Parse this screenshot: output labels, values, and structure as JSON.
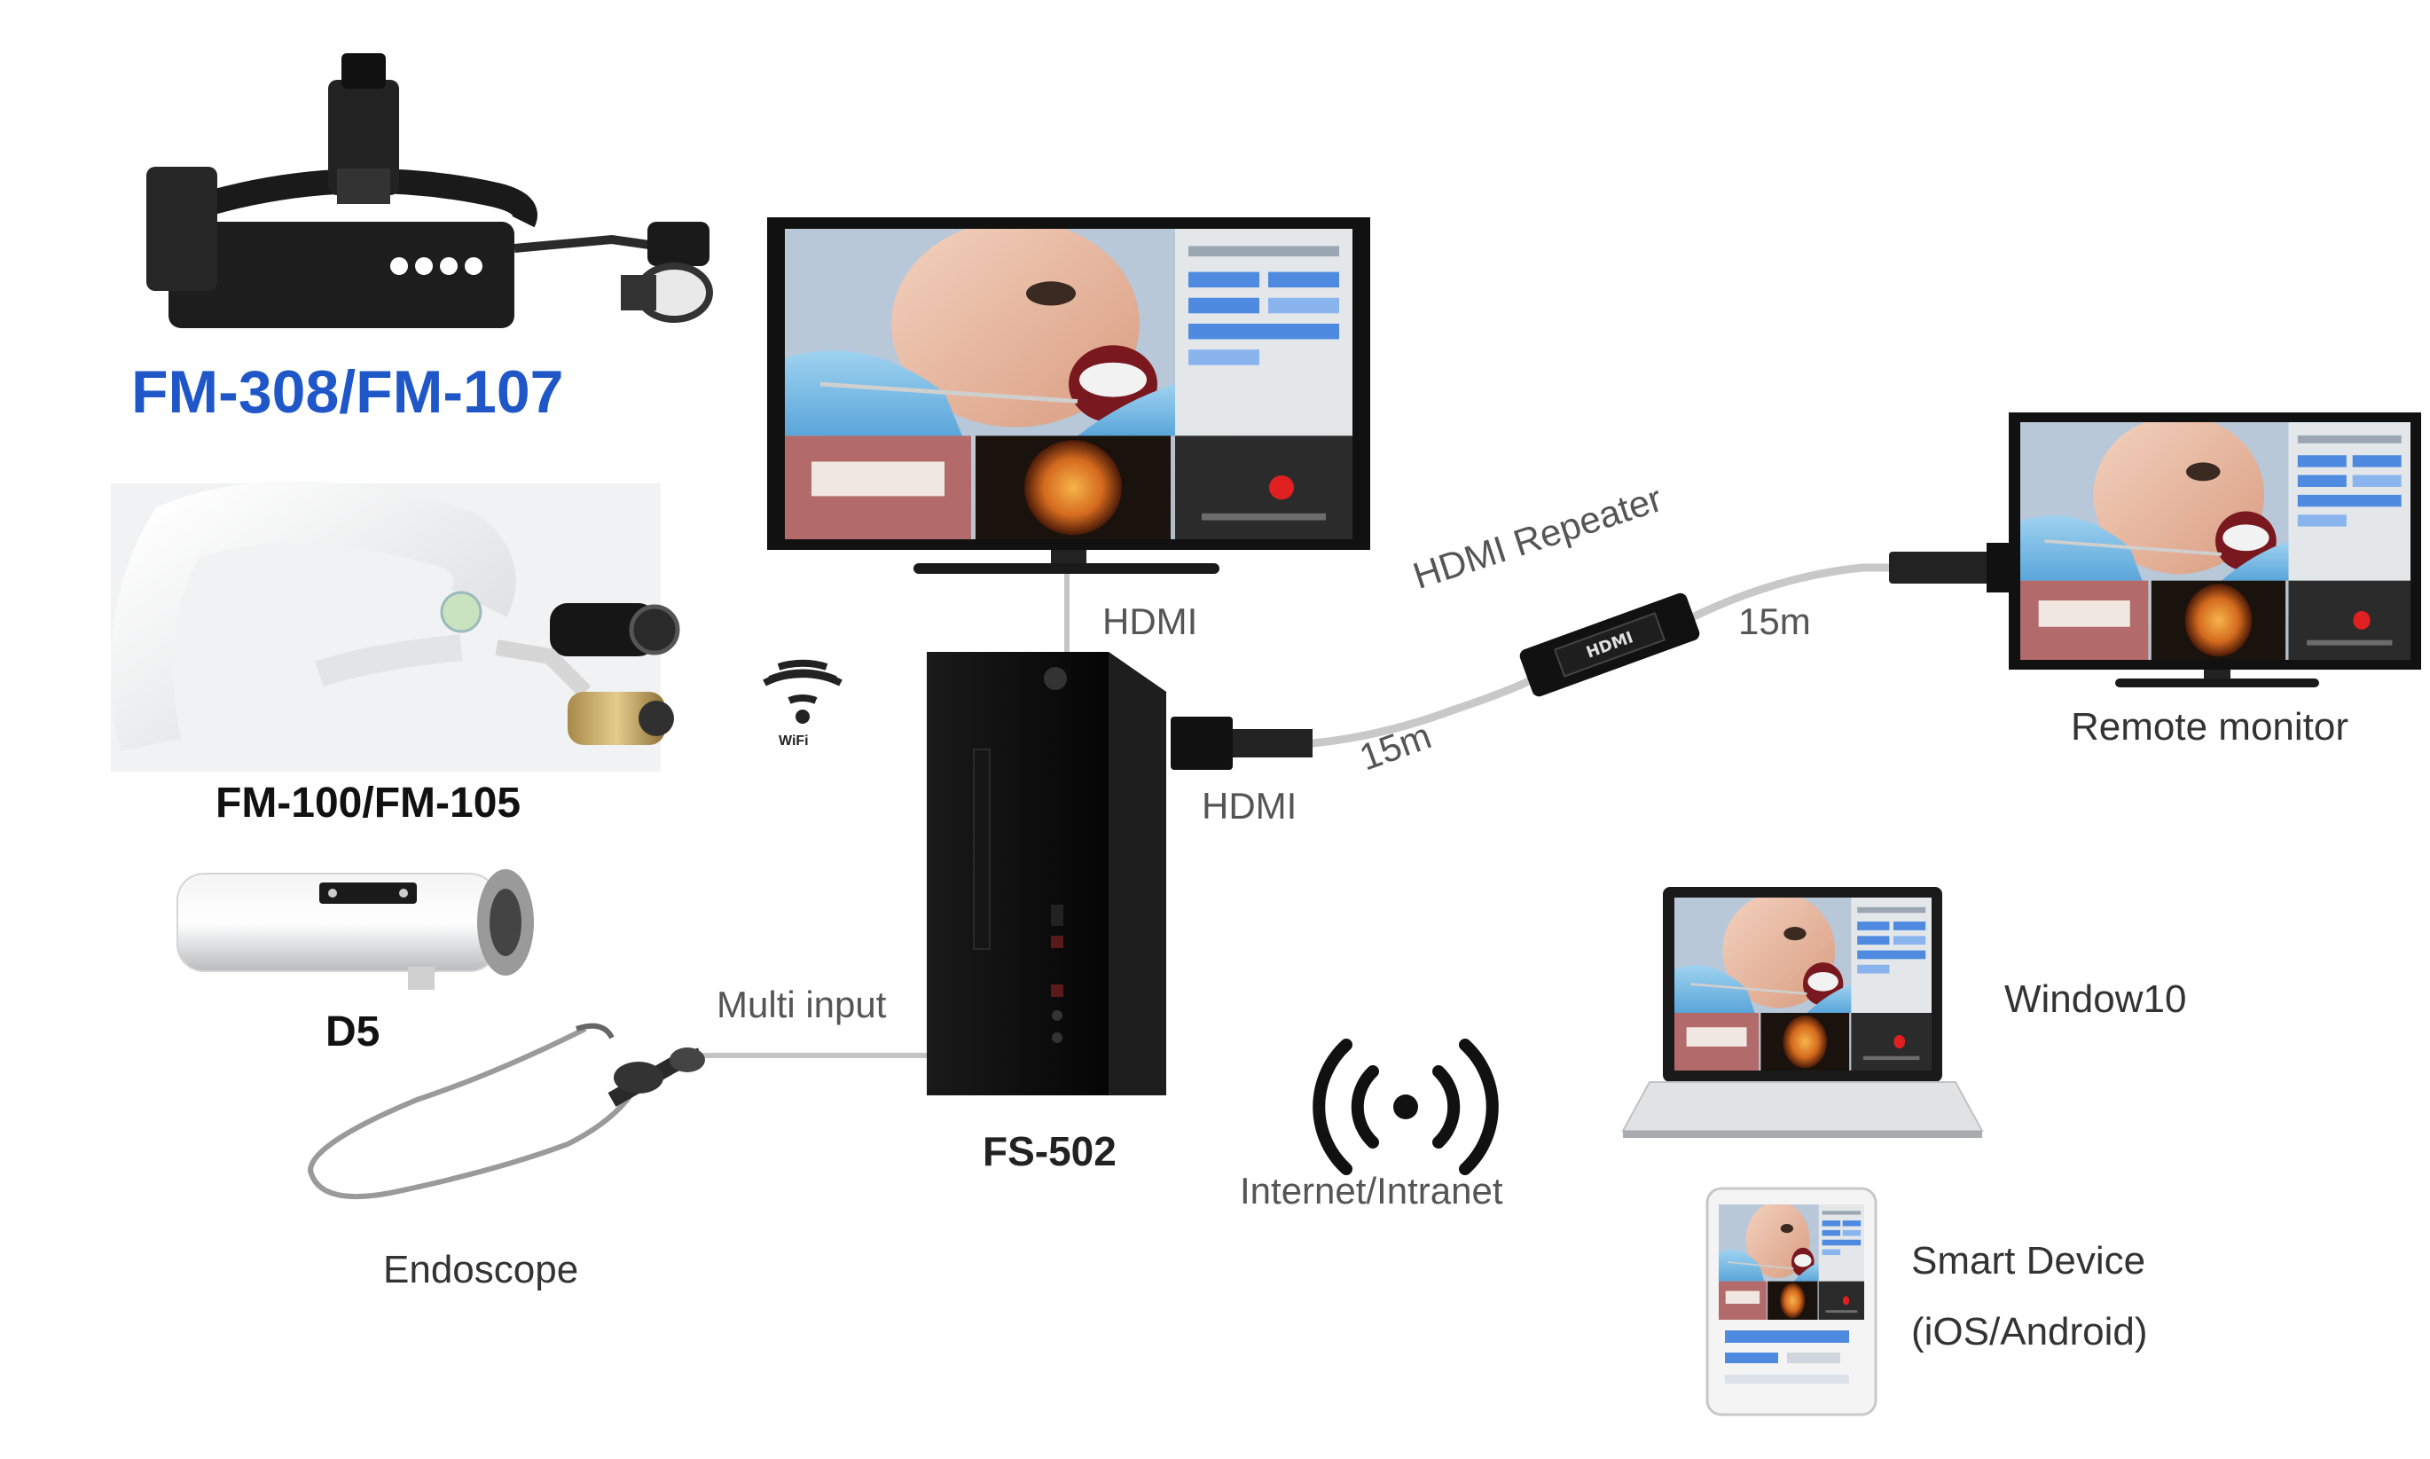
{
  "devices": {
    "fm308": {
      "label": "FM-308/FM-107",
      "color": "#1f57c8"
    },
    "fm100": {
      "label": "FM-100/FM-105"
    },
    "d5": {
      "label": "D5"
    },
    "endoscope": {
      "label": "Endoscope"
    },
    "fs502": {
      "label": "FS-502"
    },
    "remote_monitor": {
      "label": "Remote monitor"
    },
    "windows": {
      "label": "Window10"
    },
    "smart_device": {
      "label_line1": "Smart Device",
      "label_line2": "(iOS/Android)"
    }
  },
  "connections": {
    "hdmi_top": "HDMI",
    "hdmi_side": "HDMI",
    "repeater": "HDMI Repeater",
    "len_a": "15m",
    "len_b": "15m",
    "multi_input": "Multi input",
    "network": "Internet/Intranet",
    "wifi": "WiFi"
  },
  "screen": {
    "record_color": "#e02020"
  }
}
